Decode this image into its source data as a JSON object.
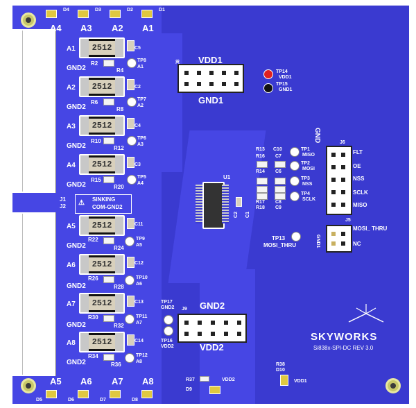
{
  "top_leds": {
    "labels": [
      "D4",
      "D3",
      "D2",
      "D1"
    ],
    "header_labels": [
      "A4",
      "A3",
      "A2",
      "A1"
    ]
  },
  "bottom_leds": {
    "labels": [
      "D5",
      "D6",
      "D7",
      "D8"
    ],
    "header_labels": [
      "A5",
      "A6",
      "A7",
      "A8"
    ]
  },
  "left_channels_top": [
    {
      "label": "A1",
      "gnd": "GND2",
      "r1": "R2",
      "r2": "R4",
      "res": "2512",
      "cap": "C5",
      "tp": "TP8",
      "tp_label": "A1"
    },
    {
      "label": "A2",
      "gnd": "GND2",
      "r1": "R6",
      "r2": "R8",
      "res": "2512",
      "cap": "C2",
      "tp": "TP7",
      "tp_label": "A2"
    },
    {
      "label": "A3",
      "gnd": "GND2",
      "r1": "R10",
      "r2": "R12",
      "res": "2512",
      "cap": "C4",
      "tp": "TP6",
      "tp_label": "A3"
    },
    {
      "label": "A4",
      "gnd": "GND2",
      "r1": "R15",
      "r2": "R20",
      "res": "2512",
      "cap": "C3",
      "tp": "TP5",
      "tp_label": "A4"
    }
  ],
  "left_channels_bottom": [
    {
      "label": "A5",
      "gnd": "GND2",
      "r1": "R22",
      "r2": "R24",
      "res": "2512",
      "cap": "C11",
      "tp": "TP9",
      "tp_label": "A5"
    },
    {
      "label": "A6",
      "gnd": "GND2",
      "r1": "R26",
      "r2": "R28",
      "res": "2512",
      "cap": "C12",
      "tp": "TP10",
      "tp_label": "A6"
    },
    {
      "label": "A7",
      "gnd": "GND2",
      "r1": "R30",
      "r2": "R32",
      "res": "2512",
      "cap": "C13",
      "tp": "TP11",
      "tp_label": "A7"
    },
    {
      "label": "A8",
      "gnd": "GND2",
      "r1": "R34",
      "r2": "R36",
      "res": "2512",
      "cap": "C14",
      "tp": "TP12",
      "tp_label": "A8"
    }
  ],
  "connector_labels": {
    "j1": "J1",
    "j2": "J2"
  },
  "warning": {
    "line1": "SINKING",
    "line2": "COM-GND2"
  },
  "vdd1_header": {
    "top": "VDD1",
    "bottom": "GND1",
    "ref": "J8"
  },
  "gnd2_header": {
    "top": "GND2",
    "bottom": "VDD2",
    "ref": "J9"
  },
  "test_points_power": {
    "tp14": "TP14",
    "tp14_label": "VDD1",
    "tp15": "TP15",
    "tp15_label": "GND1"
  },
  "ic": {
    "ref": "U1",
    "cap1": "C1",
    "cap2": "C2"
  },
  "spi_group": {
    "resistors": [
      "R13",
      "R16",
      "R14",
      "R17",
      "R18"
    ],
    "caps": [
      "C10",
      "C7",
      "C6",
      "C8",
      "C9"
    ],
    "tps": [
      {
        "tp": "TP1",
        "sig": "MISO"
      },
      {
        "tp": "TP2",
        "sig": "MOSI"
      },
      {
        "tp": "TP3",
        "sig": "NSS"
      },
      {
        "tp": "TP4",
        "sig": "SCLK"
      }
    ]
  },
  "j6": {
    "ref": "J6",
    "gnd": "GND",
    "pins": [
      "FLT",
      "OE",
      "NSS",
      "SCLK",
      "MISO"
    ]
  },
  "j5": {
    "ref": "J5",
    "gnd": "GND1",
    "pins": [
      "MOSI_ THRU",
      "NC"
    ]
  },
  "tp13": {
    "tp": "TP13",
    "label": "MOSI_THRU"
  },
  "tp17": {
    "tp": "TP17",
    "label": "GND2"
  },
  "tp16": {
    "tp": "TP16",
    "label": "VDD2"
  },
  "bottom_indicators": {
    "r37": "R37",
    "d9": "D9",
    "vdd2": "VDD2",
    "r38": "R38",
    "d10": "D10",
    "vdd1": "VDD1"
  },
  "brand": {
    "name": "SKYWORKS",
    "model": "Si838x-SPI-DC REV 3.0"
  }
}
